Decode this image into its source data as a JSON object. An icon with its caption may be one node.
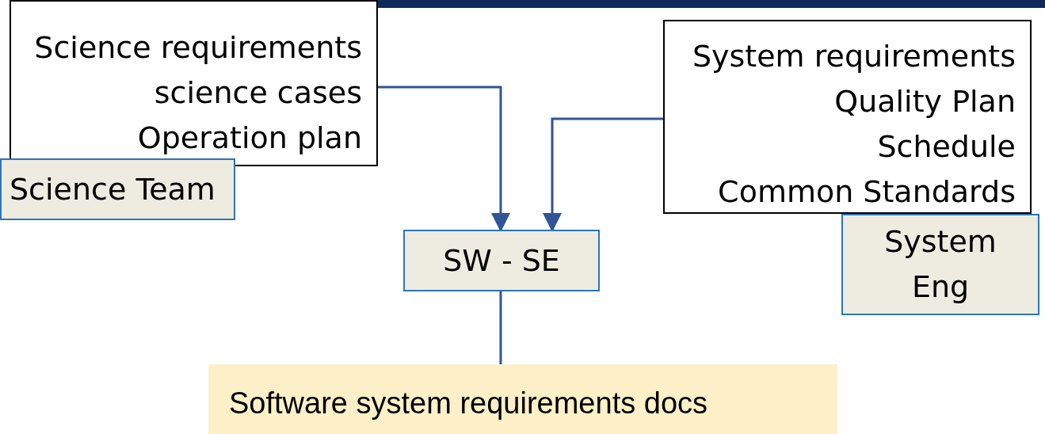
{
  "diagram": {
    "nodes": [
      {
        "text": [
          "Science requirements",
          "science cases",
          "Operation plan"
        ]
      },
      {
        "text": [
          "Science Team"
        ]
      },
      {
        "text": [
          "System requirements",
          "Quality Plan",
          "Schedule",
          "Common Standards"
        ]
      },
      {
        "text": [
          "System Eng"
        ]
      },
      {
        "text": [
          "SW - SE"
        ]
      },
      {
        "text": [
          "Software system requirements docs"
        ]
      }
    ],
    "edges": [
      {
        "from": 0,
        "to": 4,
        "arrow": "to"
      },
      {
        "from": 2,
        "to": 4,
        "arrow": "to"
      },
      {
        "from": 4,
        "to": 5,
        "arrow": "none"
      }
    ]
  }
}
